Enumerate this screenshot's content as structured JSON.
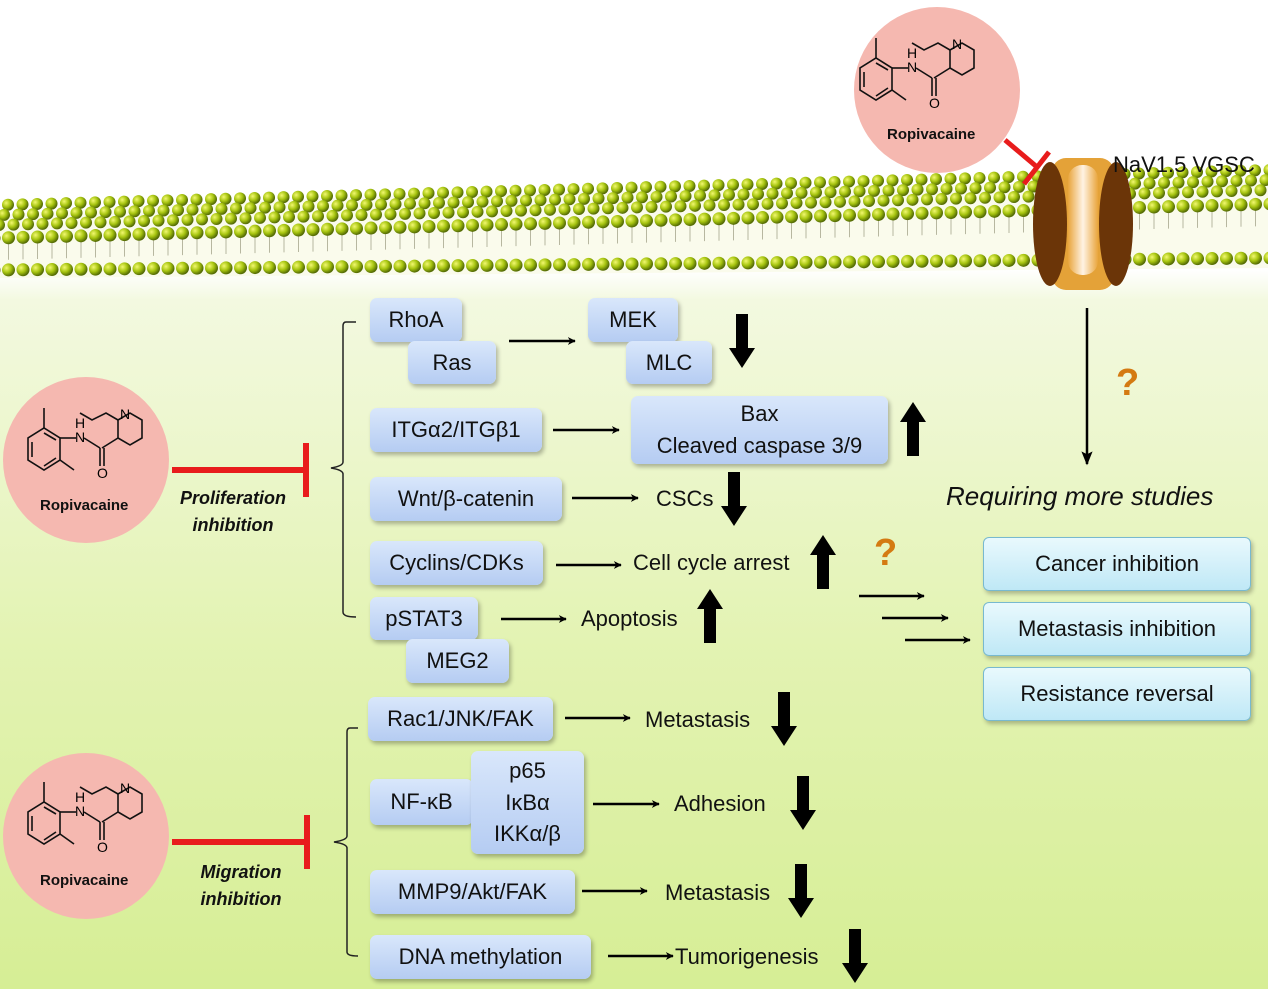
{
  "drug": {
    "name": "Ropivacaine",
    "atoms": {
      "nitrogen": "N",
      "amide_h": "H",
      "amide_n": "N",
      "oxygen": "O"
    }
  },
  "channel": {
    "label": "NaV1.5 VGSC"
  },
  "unknown": {
    "question": "?",
    "label": "Requiring more studies"
  },
  "proliferation": {
    "label_line1": "Proliferation",
    "label_line2": "inhibition",
    "rows": [
      {
        "inputs": [
          "RhoA",
          "Ras"
        ],
        "outputs": [
          "MEK",
          "MLC"
        ],
        "direction": "down"
      },
      {
        "inputs": [
          "ITGα2/ITGβ1"
        ],
        "outputs": [
          "Bax",
          "Cleaved caspase 3/9"
        ],
        "direction": "up"
      },
      {
        "inputs": [
          "Wnt/β-catenin"
        ],
        "outputs": [
          "CSCs"
        ],
        "direction": "down"
      },
      {
        "inputs": [
          "Cyclins/CDKs"
        ],
        "outputs": [
          "Cell cycle arrest"
        ],
        "direction": "up"
      },
      {
        "inputs": [
          "pSTAT3",
          "MEG2"
        ],
        "outputs": [
          "Apoptosis"
        ],
        "direction": "up"
      }
    ]
  },
  "migration": {
    "label_line1": "Migration",
    "label_line2": "inhibition",
    "rows": [
      {
        "inputs": [
          "Rac1/JNK/FAK"
        ],
        "outputs": [
          "Metastasis"
        ],
        "direction": "down"
      },
      {
        "inputs": [
          "NF-κB",
          "p65",
          "IκBα",
          "IKKα/β"
        ],
        "outputs": [
          "Adhesion"
        ],
        "direction": "down"
      },
      {
        "inputs": [
          "MMP9/Akt/FAK"
        ],
        "outputs": [
          "Metastasis"
        ],
        "direction": "down"
      },
      {
        "inputs": [
          "DNA methylation"
        ],
        "outputs": [
          "Tumorigenesis"
        ],
        "direction": "down"
      }
    ]
  },
  "outcomes": {
    "question": "?",
    "items": [
      "Cancer inhibition",
      "Metastasis inhibition",
      "Resistance reversal"
    ]
  },
  "colors": {
    "inhibit": "#e81c1c",
    "drug_circle": "#f5b8b0",
    "node_fill": "#c6d8f6",
    "outcome_fill": "#cdeef8",
    "membrane_head": "#9cc00e",
    "channel": "#6b3508",
    "question": "#d47a12"
  }
}
